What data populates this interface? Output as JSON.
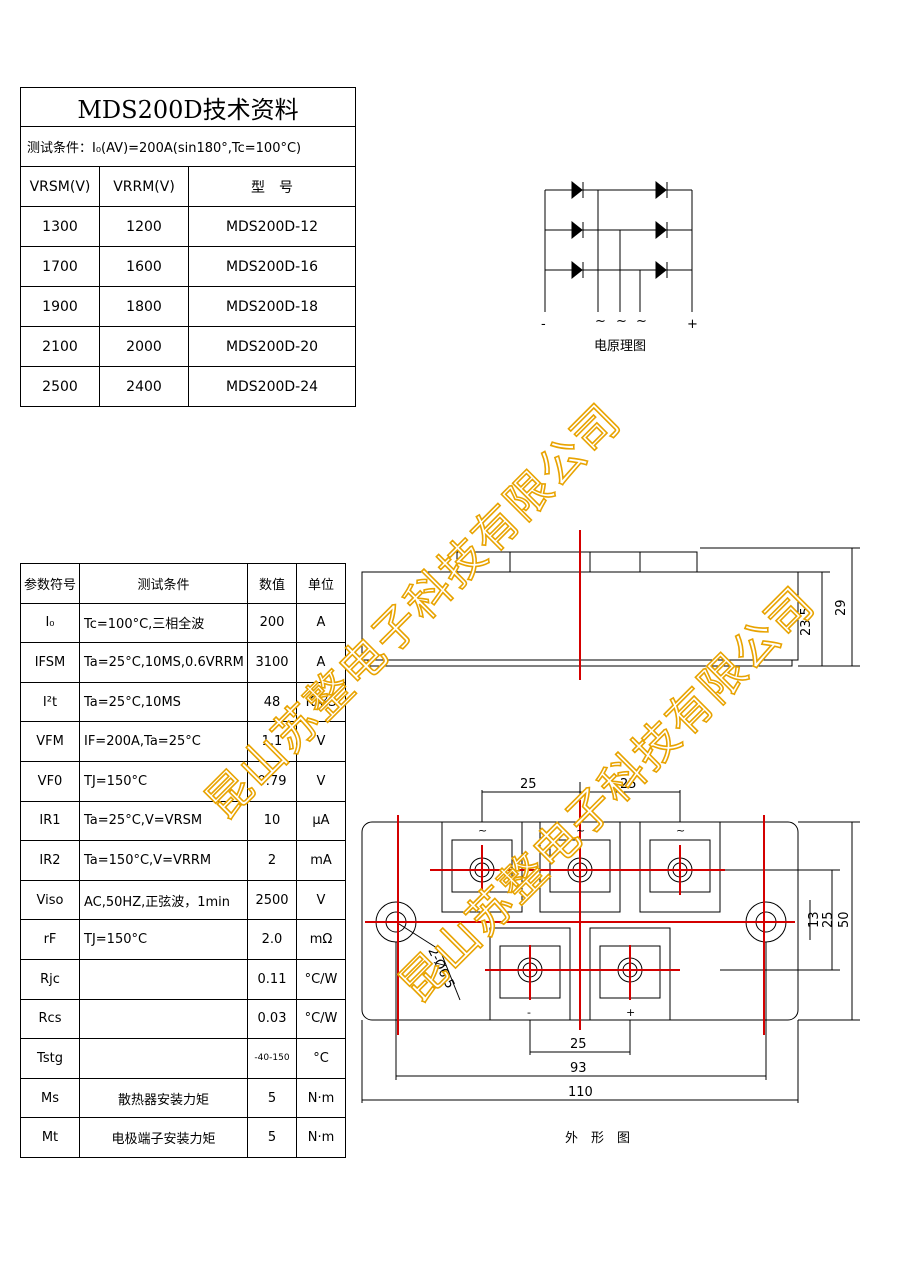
{
  "doc_title": "MDS200D技术资料",
  "test_condition": "测试条件：I₀(AV)=200A(sin180°,Tc=100°C)",
  "model_table": {
    "headers": [
      "VRSM(V)",
      "VRRM(V)",
      "型　号"
    ],
    "rows": [
      [
        "1300",
        "1200",
        "MDS200D-12"
      ],
      [
        "1700",
        "1600",
        "MDS200D-16"
      ],
      [
        "1900",
        "1800",
        "MDS200D-18"
      ],
      [
        "2100",
        "2000",
        "MDS200D-20"
      ],
      [
        "2500",
        "2400",
        "MDS200D-24"
      ]
    ]
  },
  "param_table": {
    "headers": [
      "参数符号",
      "测试条件",
      "数值",
      "单位"
    ],
    "rows": [
      [
        "I₀",
        "Tc=100°C,三相全波",
        "200",
        "A"
      ],
      [
        "IFSM",
        "Ta=25°C,10MS,0.6VRRM",
        "3100",
        "A"
      ],
      [
        "I²t",
        "Ta=25°C,10MS",
        "48",
        "KA²S"
      ],
      [
        "VFM",
        "IF=200A,Ta=25°C",
        "1.1",
        "V"
      ],
      [
        "VF0",
        "TJ=150°C",
        "0.79",
        "V"
      ],
      [
        "IR1",
        "Ta=25°C,V=VRSM",
        "10",
        "μA"
      ],
      [
        "IR2",
        "Ta=150°C,V=VRRM",
        "2",
        "mA"
      ],
      [
        "Viso",
        "AC,50HZ,正弦波，1min",
        "2500",
        "V"
      ],
      [
        "rF",
        "TJ=150°C",
        "2.0",
        "mΩ"
      ],
      [
        "Rjc",
        "",
        "0.11",
        "°C/W"
      ],
      [
        "Rcs",
        "",
        "0.03",
        "°C/W"
      ],
      [
        "Tstg",
        "",
        "-40-150",
        "°C"
      ],
      [
        "Ms",
        "散热器安装力矩",
        "5",
        "N·m"
      ],
      [
        "Mt",
        "电极端子安装力矩",
        "5",
        "N·m"
      ]
    ]
  },
  "circuit": {
    "caption": "电原理图",
    "minus": "-",
    "plus": "+",
    "ac1": "~",
    "ac2": "~",
    "ac3": "~"
  },
  "outline": {
    "caption": "外　形　图",
    "dim_23_5": "23.5",
    "dim_29": "29",
    "dim_25_left": "25",
    "dim_25_right": "25",
    "dim_13": "13",
    "dim_25_side": "25",
    "dim_50": "50",
    "dim_hole": "2-Ø6.5",
    "dim_25_bottom": "25",
    "dim_93": "93",
    "dim_110": "110",
    "term_ac1": "~",
    "term_ac2": "~",
    "term_ac3": "~",
    "term_minus": "-",
    "term_plus": "+"
  },
  "watermark": "昆山苏整电子科技有限公司",
  "colors": {
    "watermark_outline": "#e8a300",
    "centerline_red": "#d40000"
  }
}
